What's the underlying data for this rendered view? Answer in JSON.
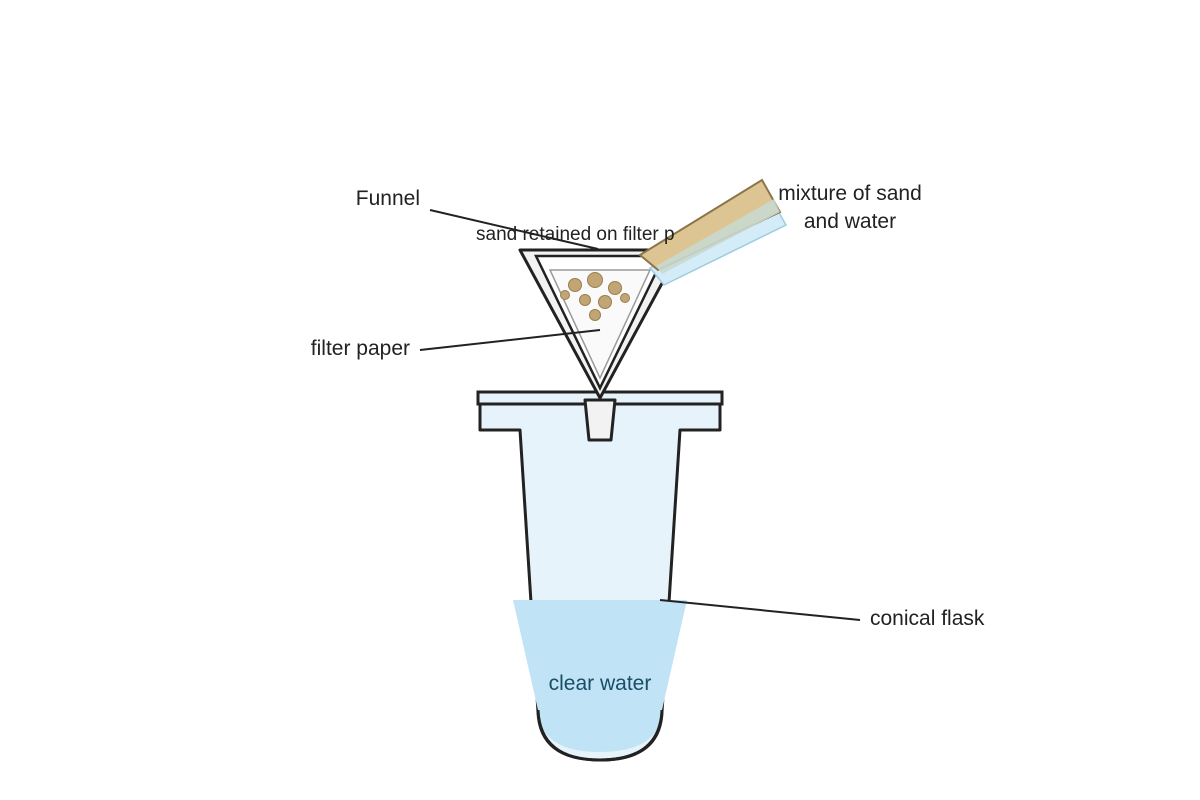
{
  "labels": {
    "funnel": "Funnel",
    "sand_retained": "sand retained on filter p",
    "mixture_line1": "mixture of sand",
    "mixture_line2": "and water",
    "filter_paper": "filter paper",
    "conical_flask": "conical flask",
    "clear_water": "clear water"
  },
  "colors": {
    "outline": "#222222",
    "flask_fill": "#e6f3fb",
    "water_fill": "#c0e4f5",
    "funnel_fill": "#f2f2f2",
    "filter_paper_fill": "#fafafa",
    "sand_fill": "#c2a574",
    "sand_stroke": "#9a7e4e",
    "beaker_sand": "#dcc593",
    "beaker_water": "#d3ecf8"
  }
}
